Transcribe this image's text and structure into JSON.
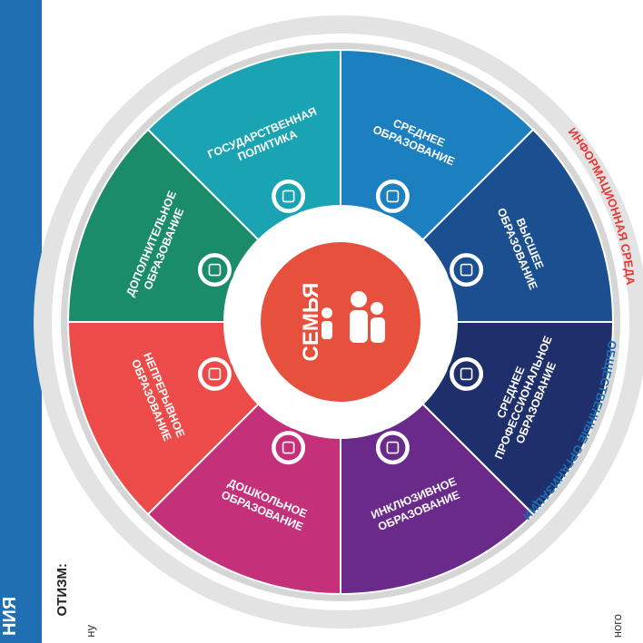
{
  "left_band": {
    "text": "НИЯ",
    "color": "#1f6fb2"
  },
  "left_caption": "ОТИЗМ:",
  "bottom_fragments": [
    "ну",
    "ного"
  ],
  "center": {
    "label": "СЕМЬЯ",
    "color": "#e8503e",
    "icon": "family-icon"
  },
  "segments": [
    {
      "label": [
        "ГОСУДАРСТВЕННАЯ",
        "ПОЛИТИКА"
      ],
      "color": "#1aa3b2",
      "icon": "gear-hand-icon"
    },
    {
      "label": [
        "СРЕДНЕЕ",
        "ОБРАЗОВАНИЕ"
      ],
      "color": "#1c7fbf",
      "icon": "school-bus-icon"
    },
    {
      "label": [
        "ВЫСШЕЕ",
        "ОБРАЗОВАНИЕ"
      ],
      "color": "#1b4f8f",
      "icon": "graduate-icon"
    },
    {
      "label": [
        "СРЕДНЕЕ",
        "ПРОФЕССИОНАЛЬНОЕ",
        "ОБРАЗОВАНИЕ"
      ],
      "color": "#1e2f6b",
      "icon": "worker-icon"
    },
    {
      "label": [
        "ИНКЛЮЗИВНОЕ",
        "ОБРАЗОВАНИЕ"
      ],
      "color": "#6a2a8a",
      "icon": "wheelchair-icon"
    },
    {
      "label": [
        "ДОШКОЛЬНОЕ",
        "ОБРАЗОВАНИЕ"
      ],
      "color": "#c4307a",
      "icon": "baby-stroller-icon"
    },
    {
      "label": [
        "НЕПРЕРЫВНОЕ",
        "ОБРАЗОВАНИЕ"
      ],
      "color": "#ec4b49",
      "icon": "gear-icon"
    },
    {
      "label": [
        "ДОПОЛНИТЕЛЬНОЕ",
        "ОБРАЗОВАНИЕ"
      ],
      "color": "#1a8c6a",
      "icon": "certificate-icon"
    }
  ],
  "outer_labels": {
    "info": {
      "text": "ИНФОРМАЦИОННАЯ СРЕДА",
      "color": "#e53935"
    },
    "orgs": {
      "text": "ОБЩЕСТВЕННЫЕ ОРГАНИЗАЦИИ",
      "color": "#1f6fb2"
    }
  }
}
